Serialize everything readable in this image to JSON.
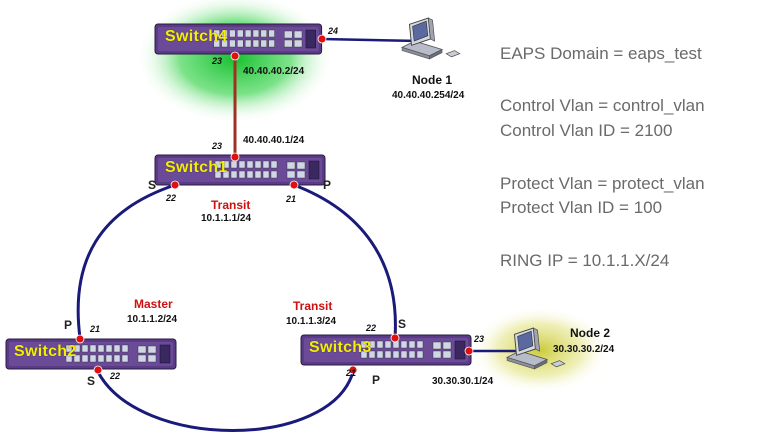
{
  "info": {
    "domain": "EAPS Domain = eaps_test",
    "control_vlan": "Control Vlan = control_vlan",
    "control_vlan_id": "Control Vlan ID = 2100",
    "protect_vlan": "Protect Vlan = protect_vlan",
    "protect_vlan_id": "Protect Vlan ID = 100",
    "ring_ip": "RING IP = 10.1.1.X/24"
  },
  "switches": {
    "switch4": {
      "name": "Switch4",
      "ip_port23": "40.40.40.2/24",
      "port23": "23",
      "port24": "24"
    },
    "switch1": {
      "name": "Switch1",
      "ip_port23": "40.40.40.1/24",
      "port23": "23",
      "port22": "22",
      "port21": "21",
      "role": "Transit",
      "ring_ip": "10.1.1.1/24",
      "left_label": "S",
      "right_label": "P"
    },
    "switch2": {
      "name": "Switch2",
      "port21": "21",
      "port22": "22",
      "role": "Master",
      "ring_ip": "10.1.1.2/24",
      "top_label": "P",
      "bottom_label": "S"
    },
    "switch3": {
      "name": "Switch3",
      "port22": "22",
      "port21": "21",
      "port23": "23",
      "role": "Transit",
      "ring_ip": "10.1.1.3/24",
      "top_label": "S",
      "bottom_label": "P",
      "ip_port23": "30.30.30.1/24"
    }
  },
  "nodes": {
    "node1": {
      "name": "Node 1",
      "ip": "40.40.40.254/24"
    },
    "node2": {
      "name": "Node 2",
      "ip": "30.30.30.2/24"
    }
  },
  "colors": {
    "ring": "#1a1a7a",
    "vertical_link": "#a03020",
    "switch_body": "#5a3b86",
    "switch_name": "#f4f000",
    "port_dot": "#e01010",
    "role": "#cc1111",
    "info_text": "#6a6a6a",
    "glow_green": "#22c83a",
    "glow_yellow": "#d8d840"
  },
  "icons": {
    "switch": "ethernet-switch-icon",
    "node": "desktop-computer-icon"
  }
}
